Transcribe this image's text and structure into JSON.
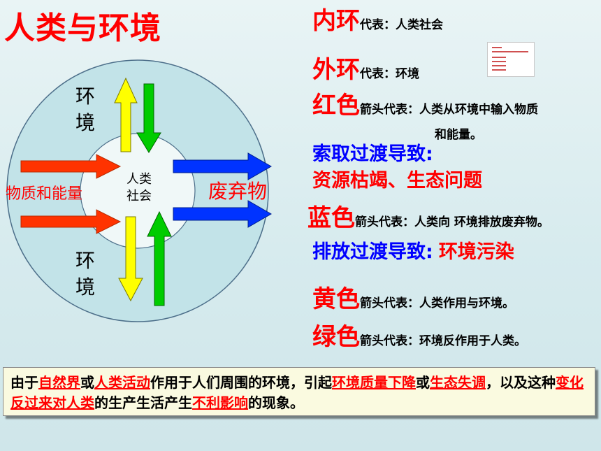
{
  "title": "人类与环境",
  "diagram": {
    "top_label": [
      "环",
      "境"
    ],
    "bottom_label": [
      "环",
      "境"
    ],
    "center_label": [
      "人类",
      "社会"
    ],
    "left_label": "物质和能量",
    "right_label": "废弃物"
  },
  "legend": {
    "inner_title": "内环",
    "inner_desc": "代表：人类社会",
    "outer_title": "外环",
    "outer_desc": "代表：环境",
    "red_title": "红色",
    "red_desc": "箭头代表：人类从环境中输入物质",
    "red_desc2": "和能量。",
    "take_caption": "索取过渡导致:",
    "take_result": "资源枯竭、生态问题",
    "blue_title": "蓝色",
    "blue_desc": "箭头代表：人类向 环境排放废弃物。",
    "emit_caption": "排放过渡导致:",
    "emit_result": "环境污染",
    "yellow_title": "黄色",
    "yellow_desc": "箭头代表：人类作用与环境。",
    "green_title": "绿色",
    "green_desc": "箭头代表：环境反作用于人类。"
  },
  "definition": {
    "p1": "由于",
    "h1": "自然界",
    "p2": "或",
    "h2": "人类活动",
    "p3": "作用于人们周围的环境，引起",
    "h3": "环境质量下降",
    "p4": "或",
    "h4": "生态失调",
    "p5": "，以及这种",
    "h5": "变化反过来对人类",
    "p6": "的生产生活产生",
    "h6": "不利影响",
    "p7": "的现象。"
  },
  "colors": {
    "title": "#ff0000",
    "blue_text": "#0000ff",
    "red_arrow": "#ff3300",
    "blue_arrow": "#0033ff",
    "yellow_arrow": "#ffff00",
    "green_arrow": "#00cc00",
    "outer_ring": "#c2e3e8",
    "inner_circle": "#f0f8f8"
  }
}
